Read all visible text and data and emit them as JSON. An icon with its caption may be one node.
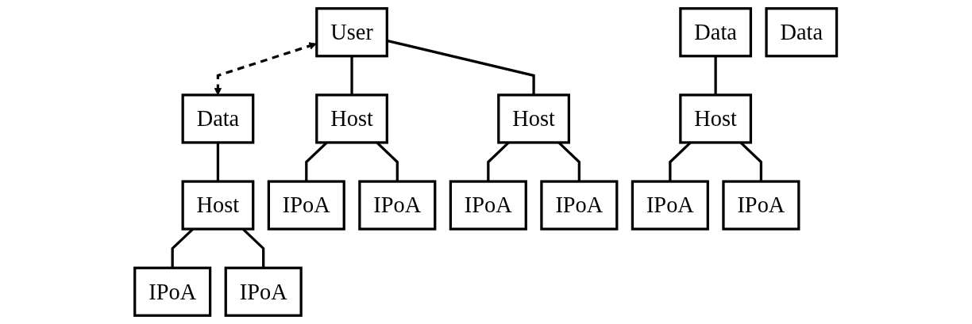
{
  "diagram": {
    "nodes": [
      {
        "text": [
          "User"
        ]
      },
      {
        "text": [
          "Data"
        ]
      },
      {
        "text": [
          "Data"
        ]
      },
      {
        "text": [
          "Data"
        ]
      },
      {
        "text": [
          "Host"
        ]
      },
      {
        "text": [
          "Host"
        ]
      },
      {
        "text": [
          "Host"
        ]
      },
      {
        "text": [
          "Host"
        ]
      },
      {
        "text": [
          "IPoA"
        ]
      },
      {
        "text": [
          "IPoA"
        ]
      },
      {
        "text": [
          "IPoA"
        ]
      },
      {
        "text": [
          "IPoA"
        ]
      },
      {
        "text": [
          "IPoA"
        ]
      },
      {
        "text": [
          "IPoA"
        ]
      },
      {
        "text": [
          "IPoA"
        ]
      },
      {
        "text": [
          "IPoA"
        ]
      }
    ],
    "edges": [
      {
        "from": 0,
        "to": 1,
        "arrow": "both",
        "style": "dashed"
      },
      {
        "from": 0,
        "to": 4,
        "arrow": "none"
      },
      {
        "from": 0,
        "to": 5,
        "arrow": "none"
      },
      {
        "from": 1,
        "to": 6,
        "arrow": "none"
      },
      {
        "from": 2,
        "to": 7,
        "arrow": "none"
      },
      {
        "from": 4,
        "to": 8,
        "arrow": "none"
      },
      {
        "from": 4,
        "to": 9,
        "arrow": "none"
      },
      {
        "from": 5,
        "to": 10,
        "arrow": "none"
      },
      {
        "from": 5,
        "to": 11,
        "arrow": "none"
      },
      {
        "from": 6,
        "to": 12,
        "arrow": "none"
      },
      {
        "from": 6,
        "to": 13,
        "arrow": "none"
      },
      {
        "from": 7,
        "to": 14,
        "arrow": "none"
      },
      {
        "from": 7,
        "to": 15,
        "arrow": "none"
      }
    ]
  }
}
